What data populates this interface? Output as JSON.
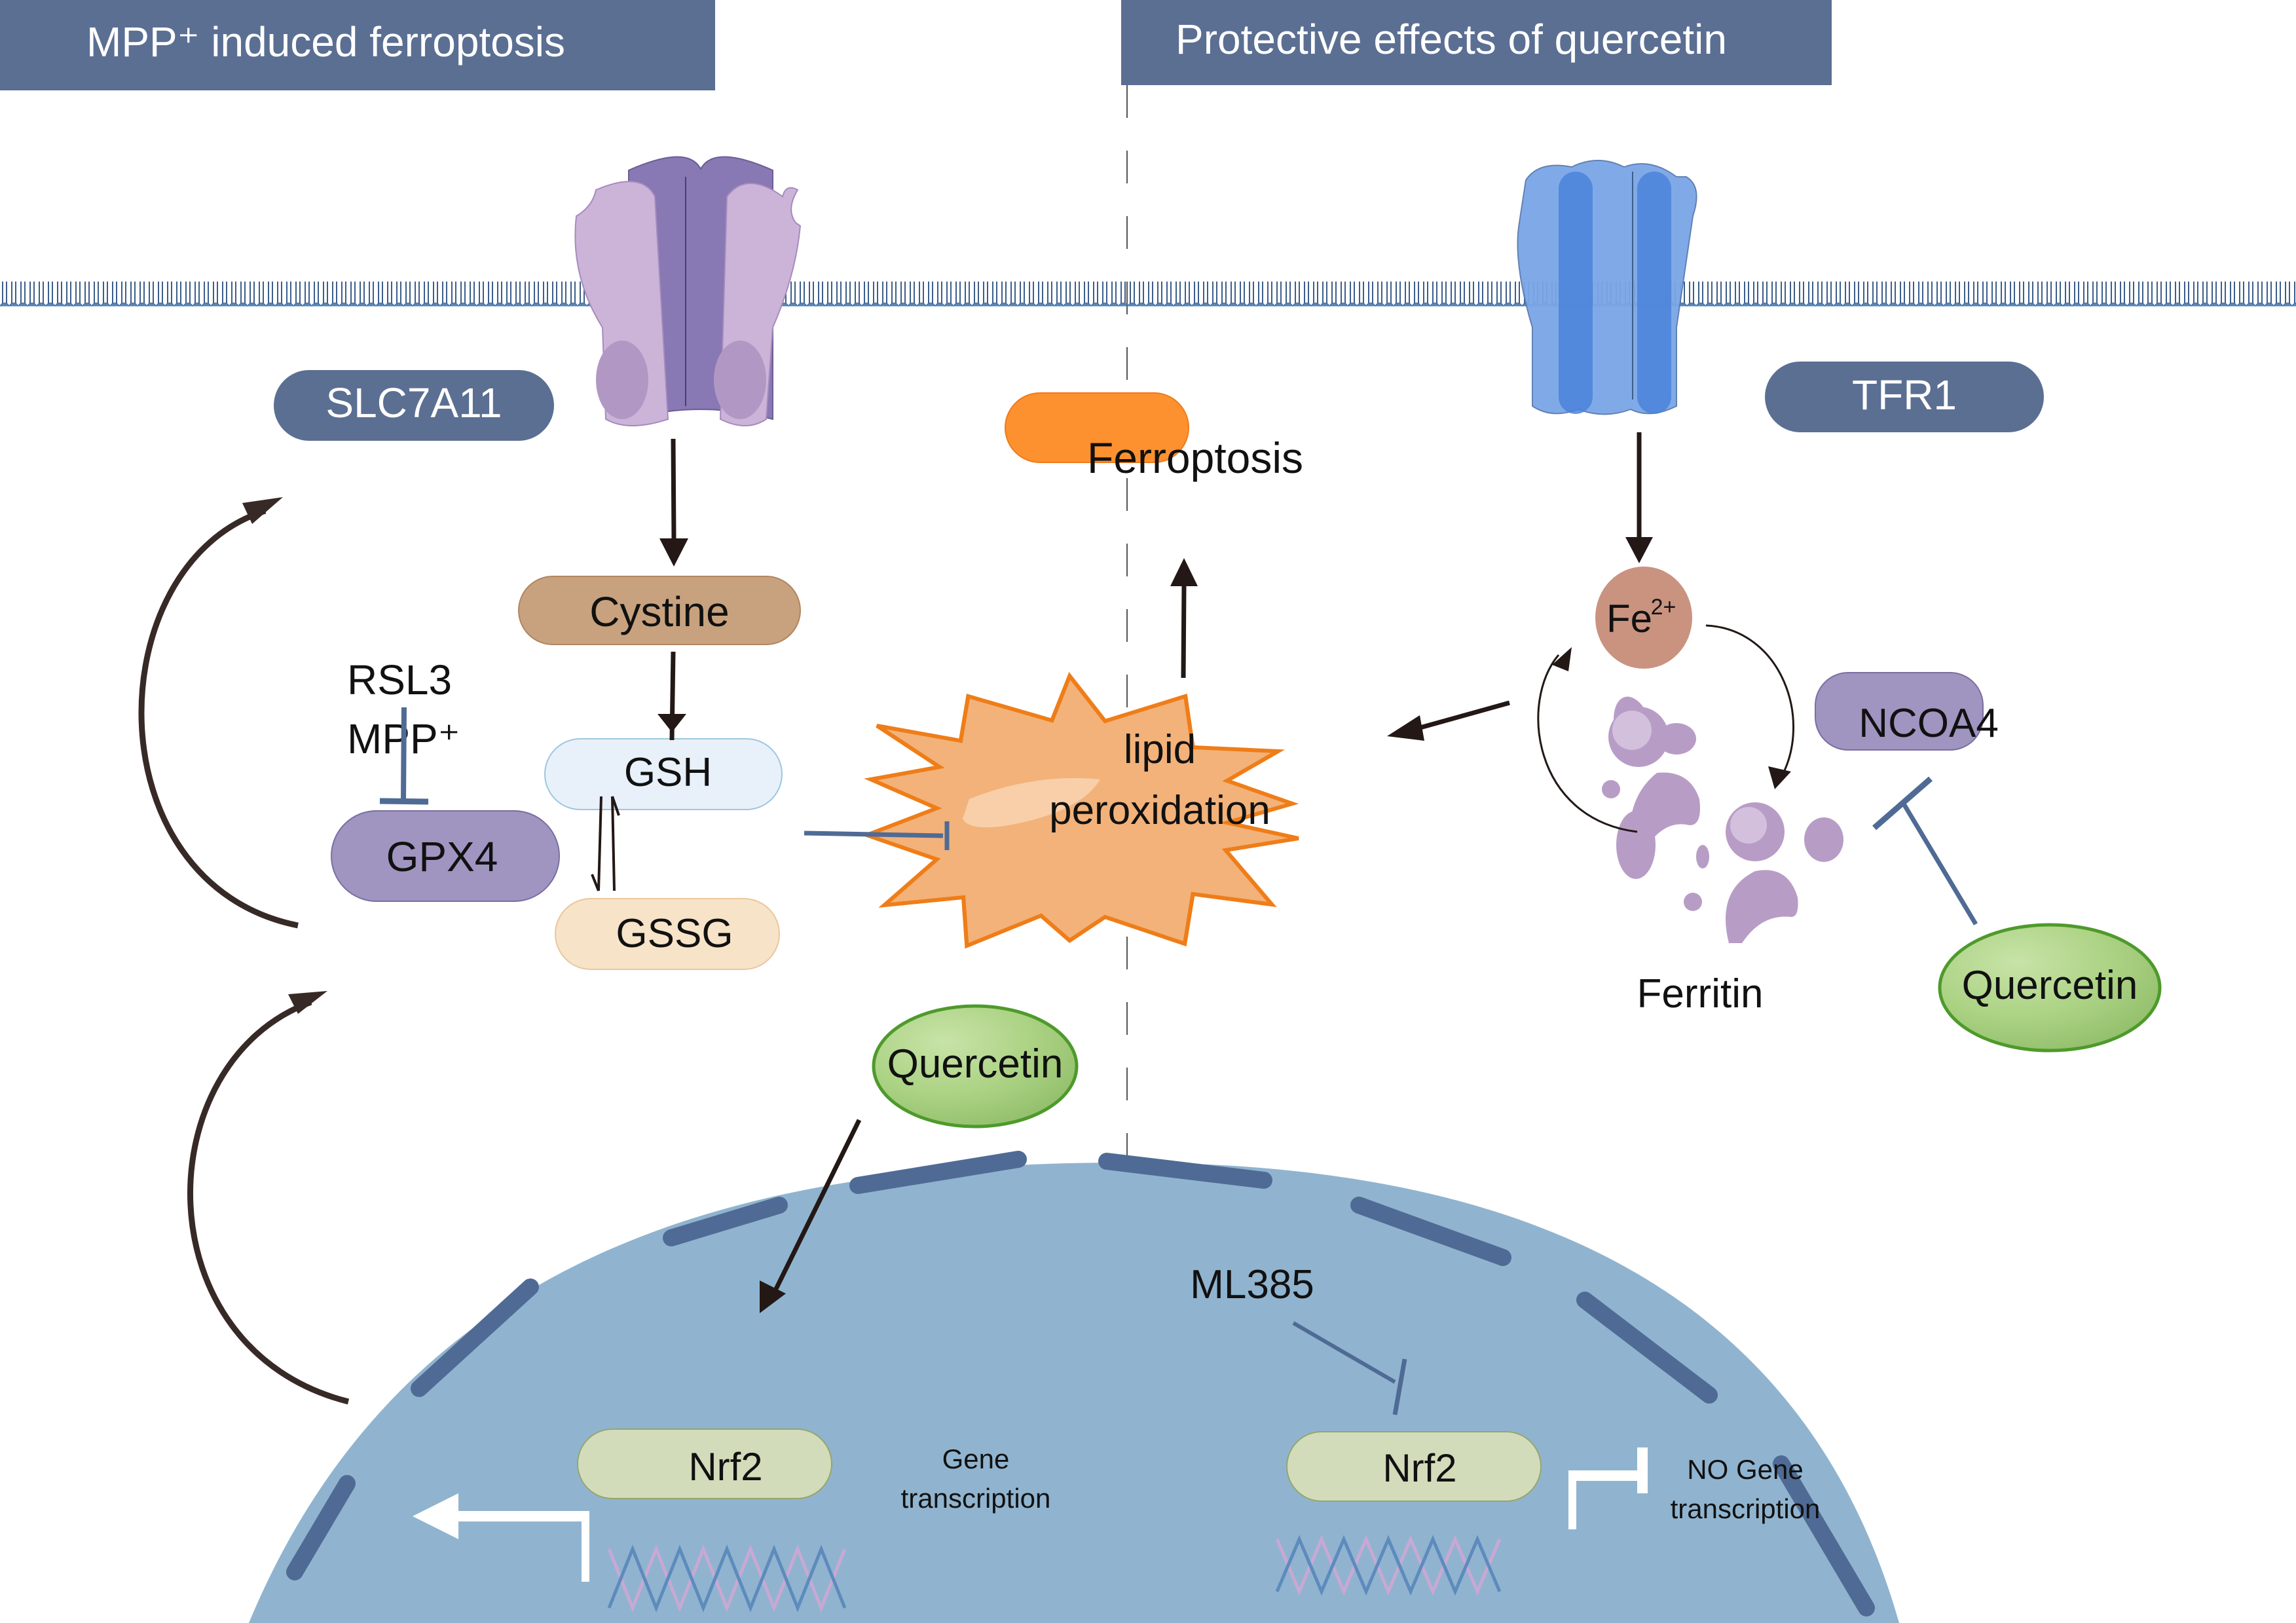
{
  "headers": {
    "left": "MPP⁺ induced ferroptosis",
    "right": "Protective effects of quercetin"
  },
  "colors": {
    "header_bg": "#5b6f93",
    "membrane": "#5585b5",
    "membrane_dark": "#3d5e8a",
    "slc_outer": "#cbb4d8",
    "slc_inner": "#8878b4",
    "tfr_outer": "#6f9fe0",
    "tfr_inner": "#4a84db",
    "label_pill": "#5b6f93",
    "ferroptosis": "#fd912f",
    "cystine": "#c8a27e",
    "gsh": "#e8f1fa",
    "gsh_border": "#9ec6e0",
    "gssg": "#f7e3c8",
    "gssg_border": "#eac79e",
    "gpx4": "#9f95c0",
    "ncoa4": "#9f95c0",
    "fe": "#c99380",
    "quercetin": "#abd283",
    "quercetin_border": "#4e9a2b",
    "lipid": "#f2b27a",
    "lipid_border": "#ef7d18",
    "nucleus": "#90b4cf",
    "nuclear_envelope": "#4f6b95",
    "nrf2": "#d2dcba",
    "inhibit": "#4f6b95",
    "arrow": "#231815",
    "ferritin": "#b79dc6"
  },
  "labels": {
    "slc7a11": "SLC7A11",
    "tfr1": "TFR1",
    "ferroptosis": "Ferroptosis",
    "cystine": "Cystine",
    "gsh": "GSH",
    "gssg": "GSSG",
    "gpx4": "GPX4",
    "rsl3": "RSL3",
    "mpp": "MPP⁺",
    "lipid_line1": "lipid",
    "lipid_line2": "peroxidation",
    "fe": "Fe",
    "fe_sup": "2+",
    "ncoa4": "NCOA4",
    "ferritin": "Ferritin",
    "quercetin_right": "Quercetin",
    "quercetin_mid": "Quercetin",
    "ml385": "ML385",
    "nrf2_left": "Nrf2",
    "nrf2_right": "Nrf2",
    "gene_line1": "Gene",
    "gene_line2": "transcription",
    "no_gene_line1": "NO Gene",
    "no_gene_line2": "transcription"
  }
}
